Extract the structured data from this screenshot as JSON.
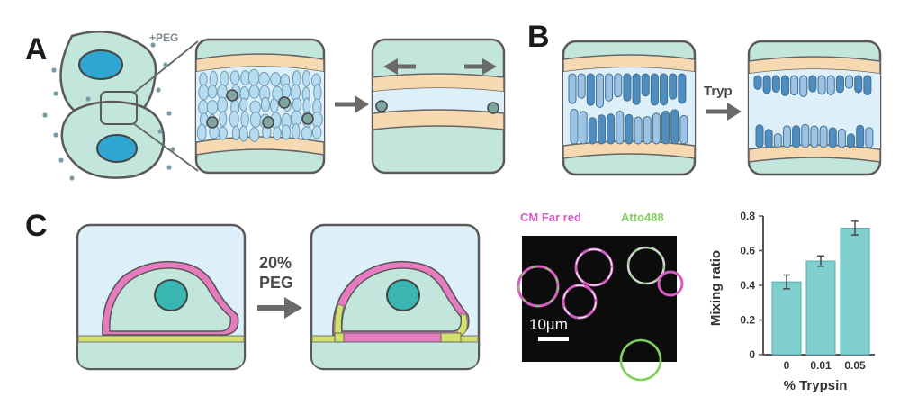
{
  "panels": {
    "a": {
      "letter": "A",
      "peg_label": "+PEG"
    },
    "b": {
      "letter": "B",
      "tryp_label": "Tryp"
    },
    "c": {
      "letter": "C",
      "peg_percent": "20%",
      "peg_word": "PEG"
    }
  },
  "micrograph": {
    "stain1": "CM Far red",
    "stain2": "Atto488",
    "scale_label": "10µm",
    "stain1_color": "#d65cc4",
    "stain2_color": "#7fcf5e"
  },
  "colors": {
    "tissue": "#c3e6dc",
    "membrane": "#f6d9b0",
    "lumen": "#ddeff8",
    "cell_light": "#b7dcf0",
    "cell_dark": "#4f8dbf",
    "nucleus": "#2fa6cf",
    "nucleus_teal": "#39b5b2",
    "pink": "#e77bc0",
    "yellow_green": "#d3e06a",
    "arrow": "#6a6a6a",
    "bar_fill": "#7fcfcf"
  },
  "chart_data": {
    "type": "bar",
    "categories": [
      "0",
      "0.01",
      "0.05"
    ],
    "values": [
      0.42,
      0.54,
      0.73
    ],
    "errors": [
      0.04,
      0.03,
      0.04
    ],
    "xlabel": "% Trypsin",
    "ylabel": "Mixing ratio",
    "ylim": [
      0,
      0.8
    ],
    "yticks": [
      "0",
      "0.2",
      "0.4",
      "0.6",
      "0.8"
    ],
    "grid": false
  }
}
